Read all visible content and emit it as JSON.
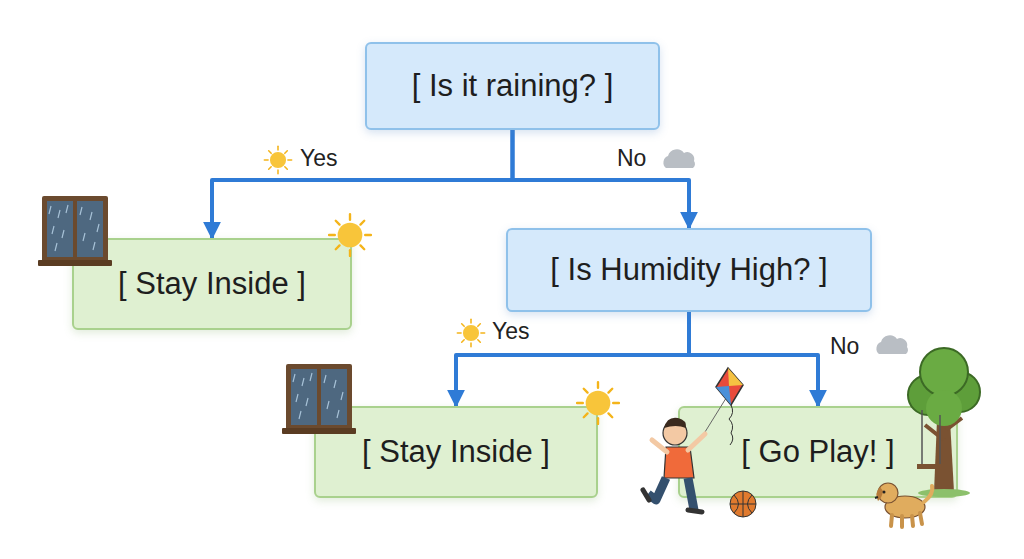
{
  "diagram": {
    "nodes": [
      {
        "text": [
          "[ Is it raining? ]"
        ]
      },
      {
        "text": [
          "[ Stay Inside ]"
        ]
      },
      {
        "text": [
          "[ Is Humidity High? ]"
        ]
      },
      {
        "text": [
          "[ Stay Inside ]"
        ]
      },
      {
        "text": [
          "[ Go Play! ]"
        ]
      }
    ],
    "edges": [
      {
        "from": 0,
        "to": 1,
        "label": "Yes",
        "arrow": "to"
      },
      {
        "from": 0,
        "to": 2,
        "label": "No",
        "arrow": "to"
      },
      {
        "from": 2,
        "to": 3,
        "label": "Yes",
        "arrow": "to"
      },
      {
        "from": 2,
        "to": 4,
        "label": "No",
        "arrow": "to"
      }
    ]
  }
}
